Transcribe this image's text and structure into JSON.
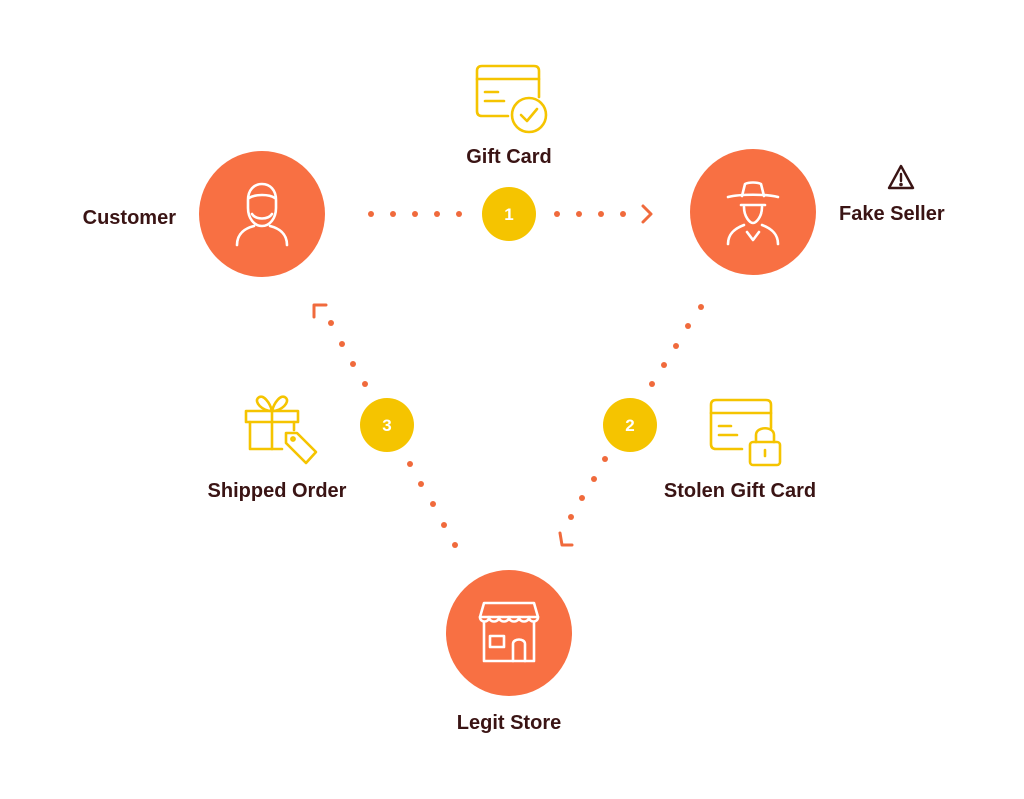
{
  "colors": {
    "node": "#f87043",
    "badge": "#f5c400",
    "line_icon": "#f5c400",
    "arrow": "#f06a3c",
    "text": "#3a1414"
  },
  "nodes": {
    "customer": {
      "label": "Customer",
      "icon": "person-icon"
    },
    "fake_seller": {
      "label": "Fake Seller",
      "icon": "spy-icon",
      "warning_icon": "warning-triangle-icon"
    },
    "legit_store": {
      "label": "Legit Store",
      "icon": "storefront-icon"
    }
  },
  "steps": [
    {
      "number": "1",
      "label": "Gift Card",
      "icon": "card-check-icon"
    },
    {
      "number": "2",
      "label": "Stolen Gift Card",
      "icon": "card-lock-icon"
    },
    {
      "number": "3",
      "label": "Shipped Order",
      "icon": "gift-tag-icon"
    }
  ]
}
